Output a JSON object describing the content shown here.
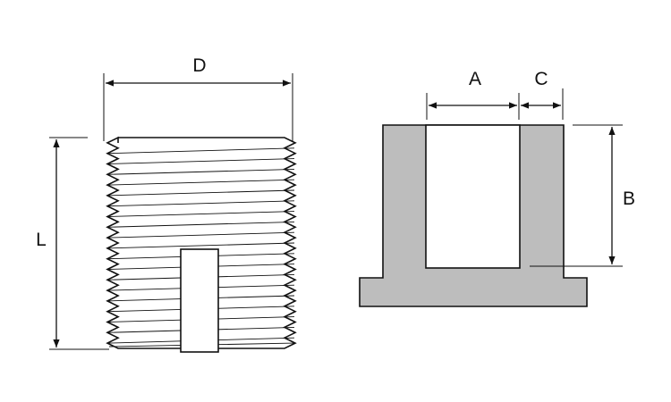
{
  "labels": {
    "d": "D",
    "l": "L",
    "a": "A",
    "c": "C",
    "b": "B"
  },
  "colors": {
    "background": "#ffffff",
    "line": "#111111",
    "section_fill": "#bdbdbd",
    "thread_fill": "#ffffff"
  }
}
